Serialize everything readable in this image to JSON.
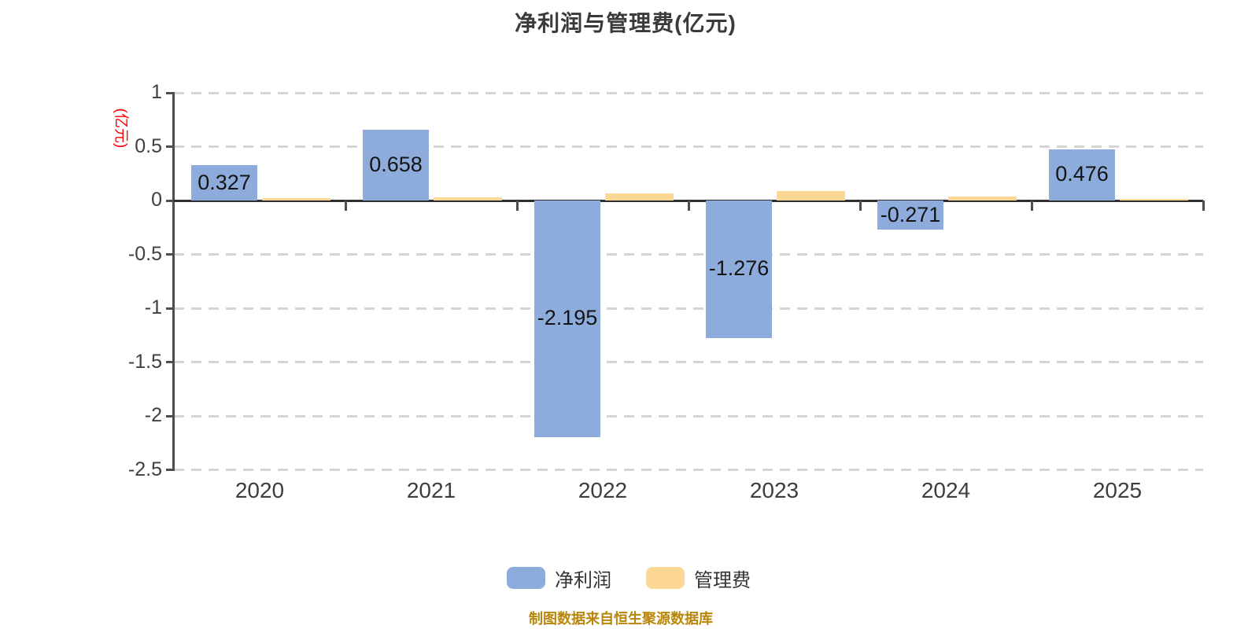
{
  "title": "净利润与管理费(亿元)",
  "y_axis_name": "(亿元)",
  "source_note": "制图数据来自恒生聚源数据库",
  "colors": {
    "net_profit_bar": "#8dacdb",
    "management_fee_bar": "#fdd794",
    "gridline": "#d5d5d5",
    "axis_line": "#4d4d4d",
    "zero_line": "#2e2e2e",
    "axis_text": "#3f3f3f",
    "title_text": "#3a3a3a",
    "y_axis_name_text": "#ff0000",
    "source_note_text": "#b8860b"
  },
  "legend": [
    {
      "label": "净利润",
      "color": "#8dacdb"
    },
    {
      "label": "管理费",
      "color": "#fdd794"
    }
  ],
  "chart_data": {
    "type": "bar",
    "title": "净利润与管理费(亿元)",
    "xlabel": "",
    "ylabel": "(亿元)",
    "categories": [
      "2020",
      "2021",
      "2022",
      "2023",
      "2024",
      "2025"
    ],
    "series": [
      {
        "name": "净利润",
        "color": "#8dacdb",
        "values": [
          0.327,
          0.658,
          -2.195,
          -1.276,
          -0.271,
          0.476
        ],
        "data_labels": [
          "0.327",
          "0.658",
          "-2.195",
          "-1.276",
          "-0.271",
          "0.476"
        ]
      },
      {
        "name": "管理费",
        "color": "#fdd794",
        "values": [
          0.02,
          0.03,
          0.065,
          0.09,
          0.035,
          0.015
        ],
        "data_labels": null
      }
    ],
    "ylim": [
      -2.5,
      1
    ],
    "yticks": [
      1,
      0.5,
      0,
      -0.5,
      -1,
      -1.5,
      -2,
      -2.5
    ],
    "grid": "horizontal-dashed",
    "legend_position": "bottom"
  }
}
